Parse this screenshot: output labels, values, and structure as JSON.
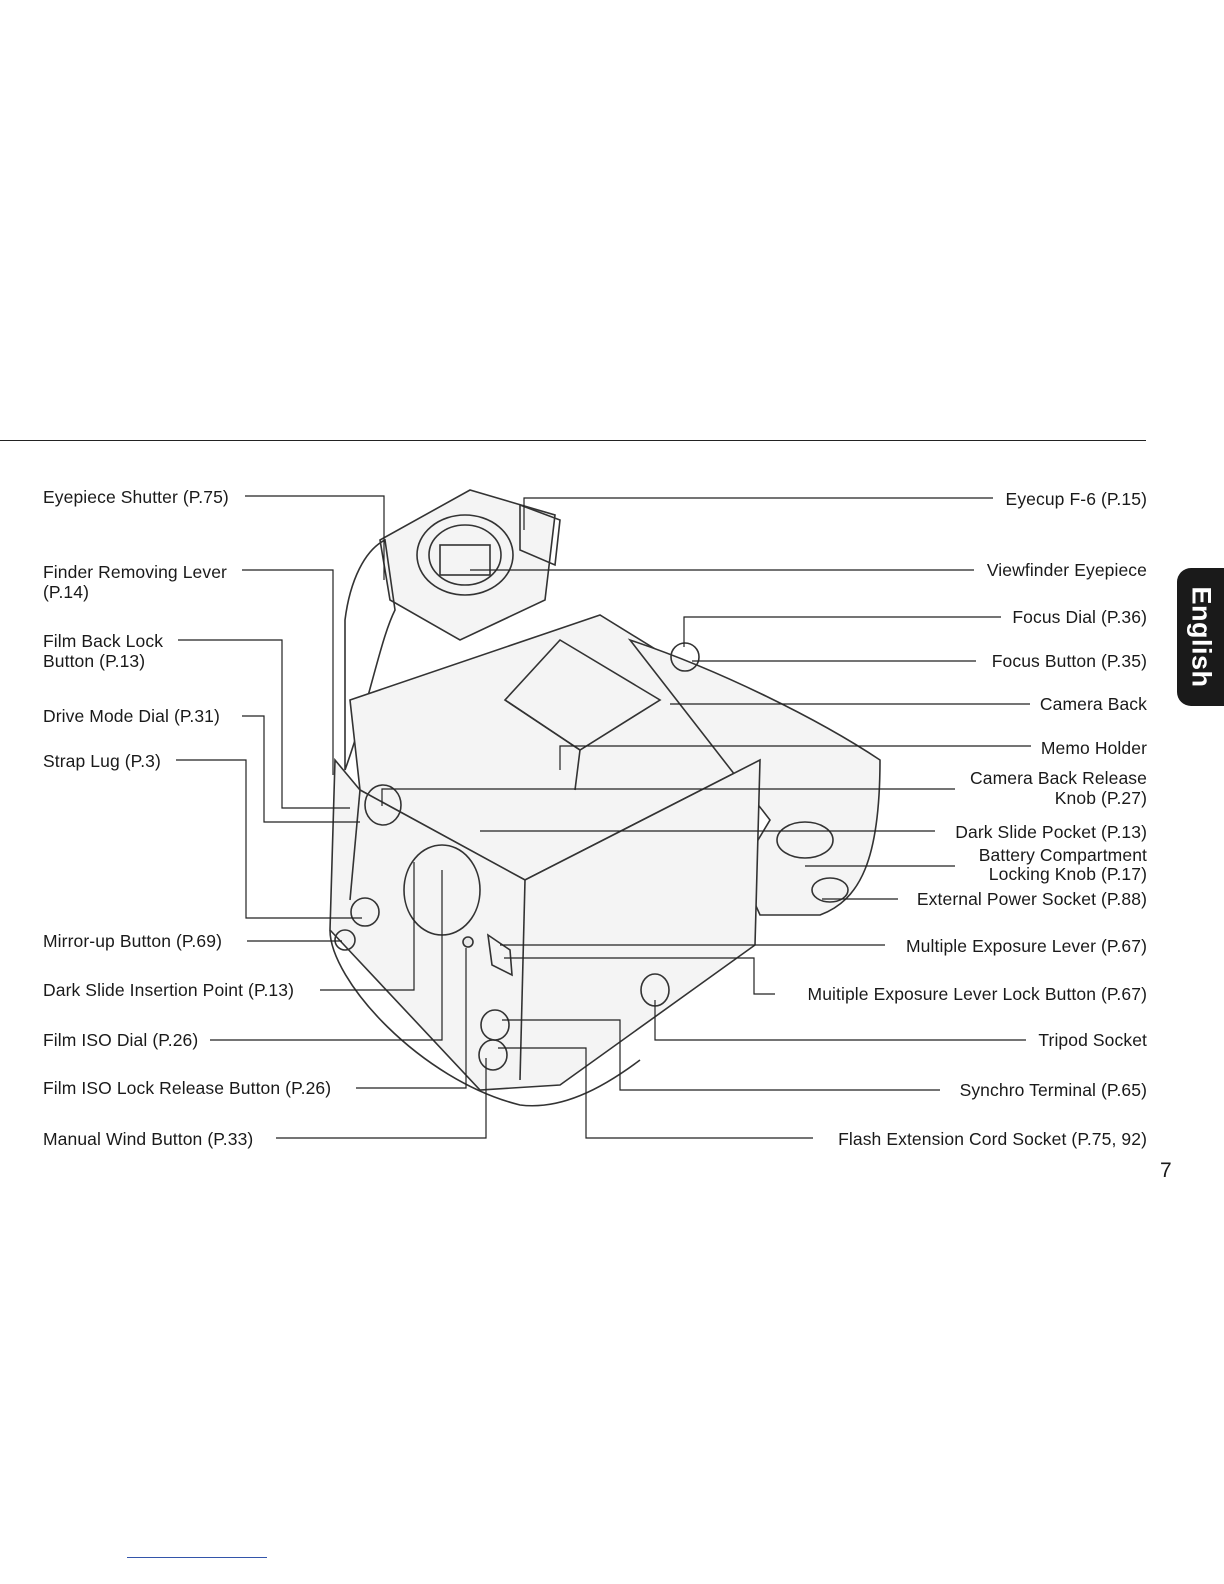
{
  "side_tab": "English",
  "page_number": "7",
  "labels_left": {
    "eyepiece_shutter": "Eyepiece Shutter (P.75)",
    "finder_removing_lever": "Finder Removing Lever\n(P.14)",
    "film_back_lock_button": "Film Back Lock\nButton (P.13)",
    "drive_mode_dial": "Drive Mode Dial (P.31)",
    "strap_lug": "Strap Lug (P.3)",
    "mirror_up_button": "Mirror-up Button (P.69)",
    "dark_slide_insertion_point": "Dark Slide Insertion Point (P.13)",
    "film_iso_dial": "Film ISO Dial (P.26)",
    "film_iso_lock_release_button": "Film ISO Lock Release Button (P.26)",
    "manual_wind_button": "Manual Wind Button (P.33)"
  },
  "labels_right": {
    "eyecup": "Eyecup F-6 (P.15)",
    "viewfinder_eyepiece": "Viewfinder Eyepiece",
    "focus_dial": "Focus Dial (P.36)",
    "focus_button": "Focus Button (P.35)",
    "camera_back": "Camera Back",
    "memo_holder": "Memo Holder",
    "camera_back_release_knob": "Camera Back Release\nKnob (P.27)",
    "dark_slide_pocket": "Dark Slide Pocket (P.13)",
    "battery_compartment_locking_knob": "Battery Compartment\nLocking Knob (P.17)",
    "external_power_socket": "External Power Socket (P.88)",
    "multiple_exposure_lever": "Multiple Exposure Lever (P.67)",
    "multiple_exposure_lever_lock_button": "Muitiple Exposure Lever Lock Button (P.67)",
    "tripod_socket": "Tripod Socket",
    "synchro_terminal": "Synchro Terminal (P.65)",
    "flash_extension_cord_socket": "Flash Extension Cord Socket (P.75, 92)"
  }
}
